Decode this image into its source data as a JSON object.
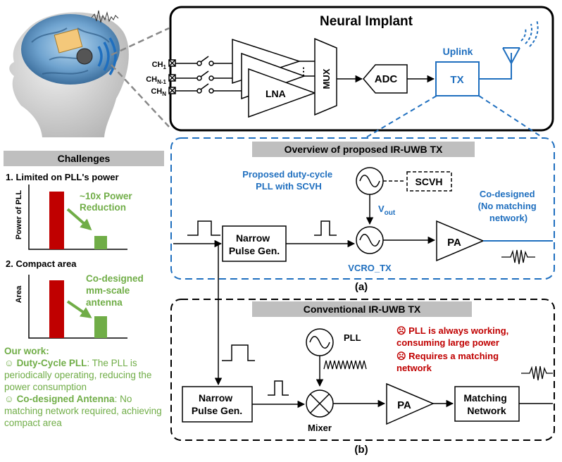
{
  "implant": {
    "title": "Neural Implant",
    "channels": [
      {
        "base": "CH",
        "sub": "1"
      },
      {
        "base": "CH",
        "sub": "N-1"
      },
      {
        "base": "CH",
        "sub": "N"
      }
    ],
    "lna": "LNA",
    "dots": "⋮",
    "mux": "MUX",
    "adc": "ADC",
    "uplink": "Uplink",
    "tx": "TX"
  },
  "challenges": {
    "header": "Challenges",
    "item1": "1. Limited on PLL's power",
    "y_label1": "Power of PLL",
    "note1": [
      "~10x Power",
      "Reduction"
    ],
    "item2": "2. Compact area",
    "y_label2": "Area",
    "note2": [
      "Co-designed",
      "mm-scale",
      "antenna"
    ]
  },
  "our_work": {
    "title": "Our work:",
    "p1_icon": "☺",
    "p1_bold": "Duty-Cycle PLL",
    "p1_rest": ": The PLL is periodically operating, reducing the power consumption",
    "p2_icon": "☺",
    "p2_bold": "Co-designed Antenna",
    "p2_rest": ": No matching network required, achieving compact area"
  },
  "proposed": {
    "header": "Overview of proposed IR-UWB TX",
    "pll_label": [
      "Proposed duty-cycle",
      "PLL with SCVH"
    ],
    "scvh": "SCVH",
    "vout": "V",
    "vout_sub": "out",
    "narrow": [
      "Narrow",
      "Pulse Gen."
    ],
    "pa": "PA",
    "codesigned": [
      "Co-designed",
      "(No matching",
      "network)"
    ],
    "vcro": "VCRO_TX",
    "caption": "(a)"
  },
  "conventional": {
    "header": "Conventional IR-UWB TX",
    "pll": "PLL",
    "warn1": [
      "☹ PLL is always working,",
      "consuming large power"
    ],
    "warn2": [
      "☹ Requires a matching",
      "network"
    ],
    "narrow": [
      "Narrow",
      "Pulse Gen."
    ],
    "mixer": "Mixer",
    "pa": "PA",
    "matching": [
      "Matching",
      "Network"
    ],
    "caption": "(b)"
  },
  "colors": {
    "blue": "#1f6fbf",
    "green": "#70ad47",
    "red": "#c00000",
    "bar_red": "#c00000",
    "bar_green": "#70ad47",
    "header_gray": "#bfbfbf"
  }
}
